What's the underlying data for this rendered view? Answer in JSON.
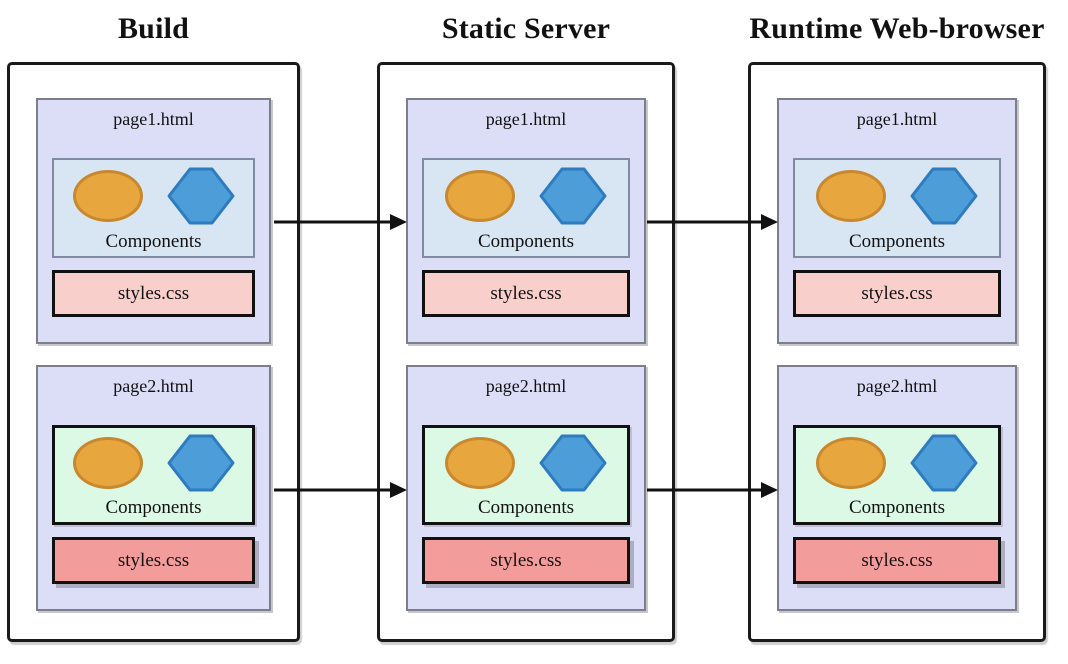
{
  "diagram": {
    "columns": [
      {
        "title": "Build",
        "pages": [
          {
            "name": "page1.html",
            "components_label": "Components",
            "styles_label": "styles.css"
          },
          {
            "name": "page2.html",
            "components_label": "Components",
            "styles_label": "styles.css"
          }
        ]
      },
      {
        "title": "Static Server",
        "pages": [
          {
            "name": "page1.html",
            "components_label": "Components",
            "styles_label": "styles.css"
          },
          {
            "name": "page2.html",
            "components_label": "Components",
            "styles_label": "styles.css"
          }
        ]
      },
      {
        "title": "Runtime Web-browser",
        "pages": [
          {
            "name": "page1.html",
            "components_label": "Components",
            "styles_label": "styles.css"
          },
          {
            "name": "page2.html",
            "components_label": "Components",
            "styles_label": "styles.css"
          }
        ]
      }
    ],
    "colors": {
      "page_box_bg": "#dcddf6",
      "page_box_border": "#7d7d8c",
      "components_page1_bg": "#d8e6f4",
      "components_page1_border": "#7e8ba3",
      "components_page2_bg": "#dcf9e6",
      "styles_page1_bg": "#f9cfcc",
      "styles_page2_bg": "#f29c9c",
      "ellipse_fill": "#e8a63f",
      "ellipse_stroke": "#c8882e",
      "hexagon_fill": "#4d9dd9",
      "hexagon_stroke": "#2e7bbf",
      "arrow_color": "#111111",
      "outer_box_border": "#1a1a1a"
    }
  }
}
